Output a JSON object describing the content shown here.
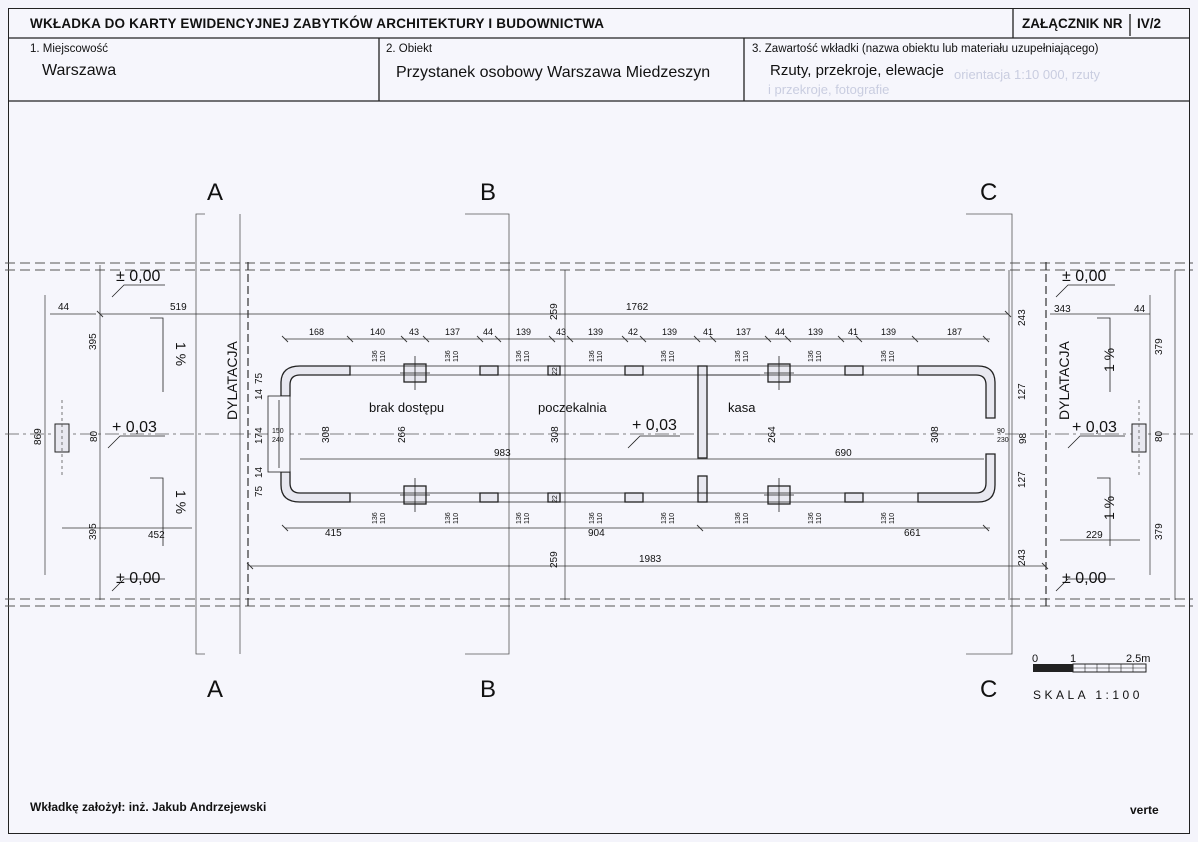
{
  "header": {
    "title": "WKŁADKA DO KARTY EWIDENCYJNEJ ZABYTKÓW ARCHITEKTURY I BUDOWNICTWA",
    "zalacznik_label": "ZAŁĄCZNIK NR",
    "zalacznik_value": "IV/2"
  },
  "fields": {
    "miejscowosc_label": "1. Miejscowość",
    "miejscowosc_value": "Warszawa",
    "obiekt_label": "2. Obiekt",
    "obiekt_value": "Przystanek osobowy Warszawa Miedzeszyn",
    "zawartosc_label": "3. Zawartość wkładki (nazwa obiektu lub materiału uzupełniającego)",
    "zawartosc_value": "Rzuty, przekroje, elewacje",
    "zawartosc_ghost_1": "orientacja 1:10 000, rzuty",
    "zawartosc_ghost_2": "i przekroje, fotografie"
  },
  "drawing": {
    "section_marks": [
      "A",
      "B",
      "C"
    ],
    "dylatacja": "DYLATACJA",
    "rooms": [
      "brak dostępu",
      "poczekalnia",
      "kasa"
    ],
    "levels": {
      "zero": "± 0,00",
      "platform": "+ 0,03"
    },
    "slope": "1 %",
    "top_dims": [
      "168",
      "140",
      "43",
      "137",
      "44",
      "139",
      "43",
      "139",
      "42",
      "139",
      "41",
      "137",
      "44",
      "139",
      "41",
      "139",
      "187"
    ],
    "overall_top": "1762",
    "overall_bottom": "1983",
    "bottom_dims": [
      "415",
      "904",
      "661"
    ],
    "inner_dims": [
      "983",
      "690"
    ],
    "left_dims": {
      "a": "44",
      "b": "519",
      "c": "452",
      "d": "395",
      "e": "395",
      "f": "869",
      "g": "80"
    },
    "right_dims": {
      "a": "343",
      "b": "44",
      "c": "229",
      "d": "379",
      "e": "379",
      "f": "80"
    },
    "vertical_dims": [
      "259",
      "259",
      "243",
      "243",
      "127",
      "127",
      "308",
      "308",
      "266",
      "264",
      "308"
    ],
    "window_dims": {
      "top": "136",
      "bottom": "110"
    },
    "door_left": {
      "a": "150",
      "b": "240",
      "h": "174",
      "s1": "14",
      "s2": "75"
    },
    "door_right": {
      "a": "90",
      "b": "230",
      "h": "98"
    },
    "col_dim": "22"
  },
  "scale": {
    "ticks": [
      "0",
      "1",
      "2.5m"
    ],
    "label": "SKALA  1:100"
  },
  "footer": {
    "author": "Wkładkę założył: inż. Jakub Andrzejewski",
    "verte": "verte"
  }
}
